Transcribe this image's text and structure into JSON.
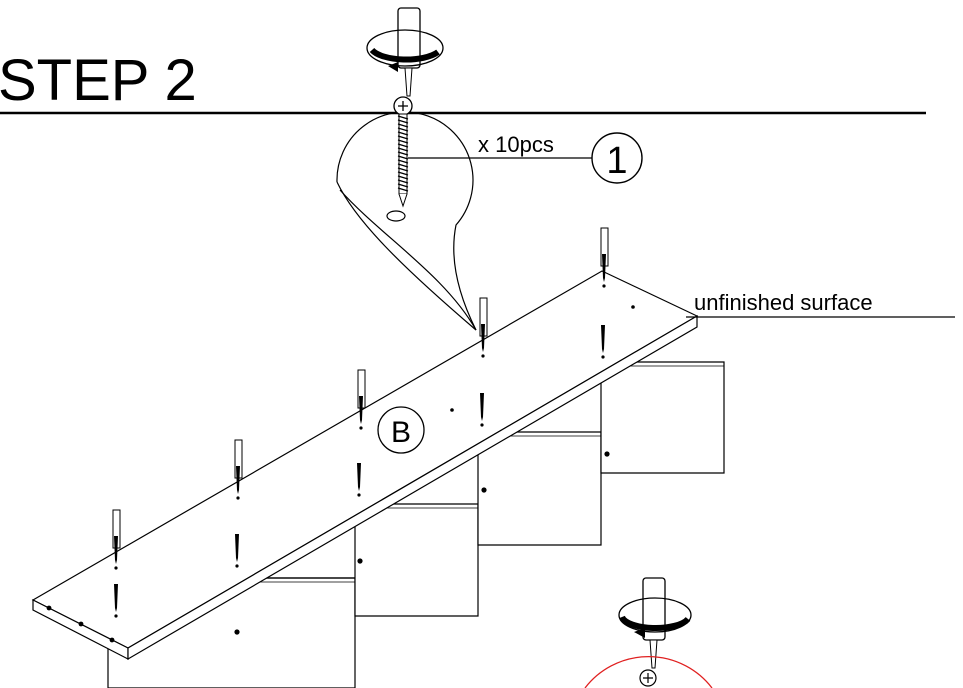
{
  "step_title": "STEP 2",
  "quantity_label": "x 10pcs",
  "part_number": "1",
  "panel_letter": "B",
  "surface_label": "unfinished surface",
  "colors": {
    "ink": "#000000",
    "highlight_circle": "#e02020",
    "background": "#ffffff"
  }
}
